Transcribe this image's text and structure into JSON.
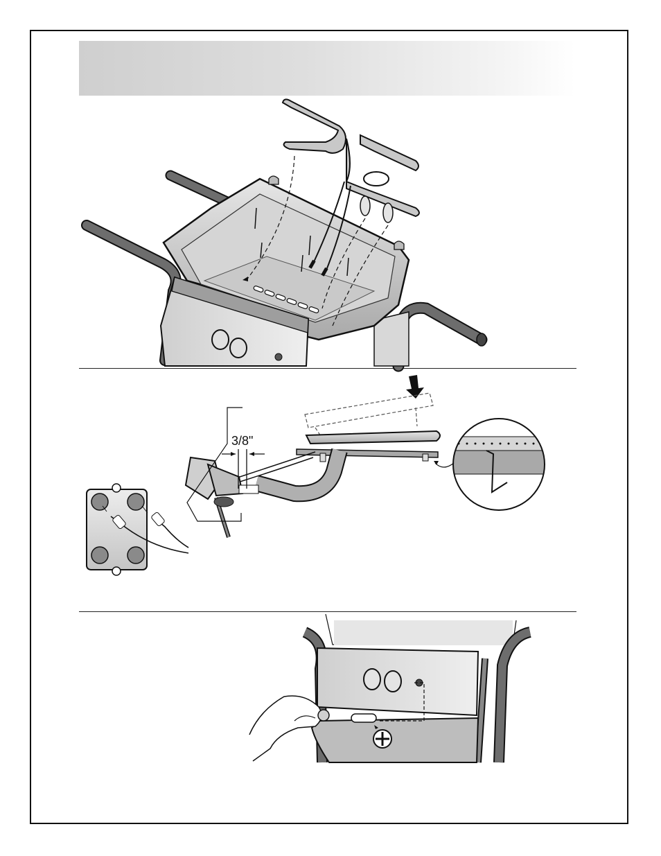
{
  "manual_page": {
    "header_band_text": "",
    "figures": [
      {
        "id": "burner-install",
        "caption": ""
      },
      {
        "id": "electrode-gap",
        "caption": ""
      },
      {
        "id": "igniter-install",
        "caption": ""
      }
    ],
    "gap_dimension": "3/8\""
  },
  "colors": {
    "line": "#111111",
    "header_band": "#d4d4d4",
    "metal_fill": "#bdbdbd",
    "tube_fill": "#8d8d8d"
  }
}
